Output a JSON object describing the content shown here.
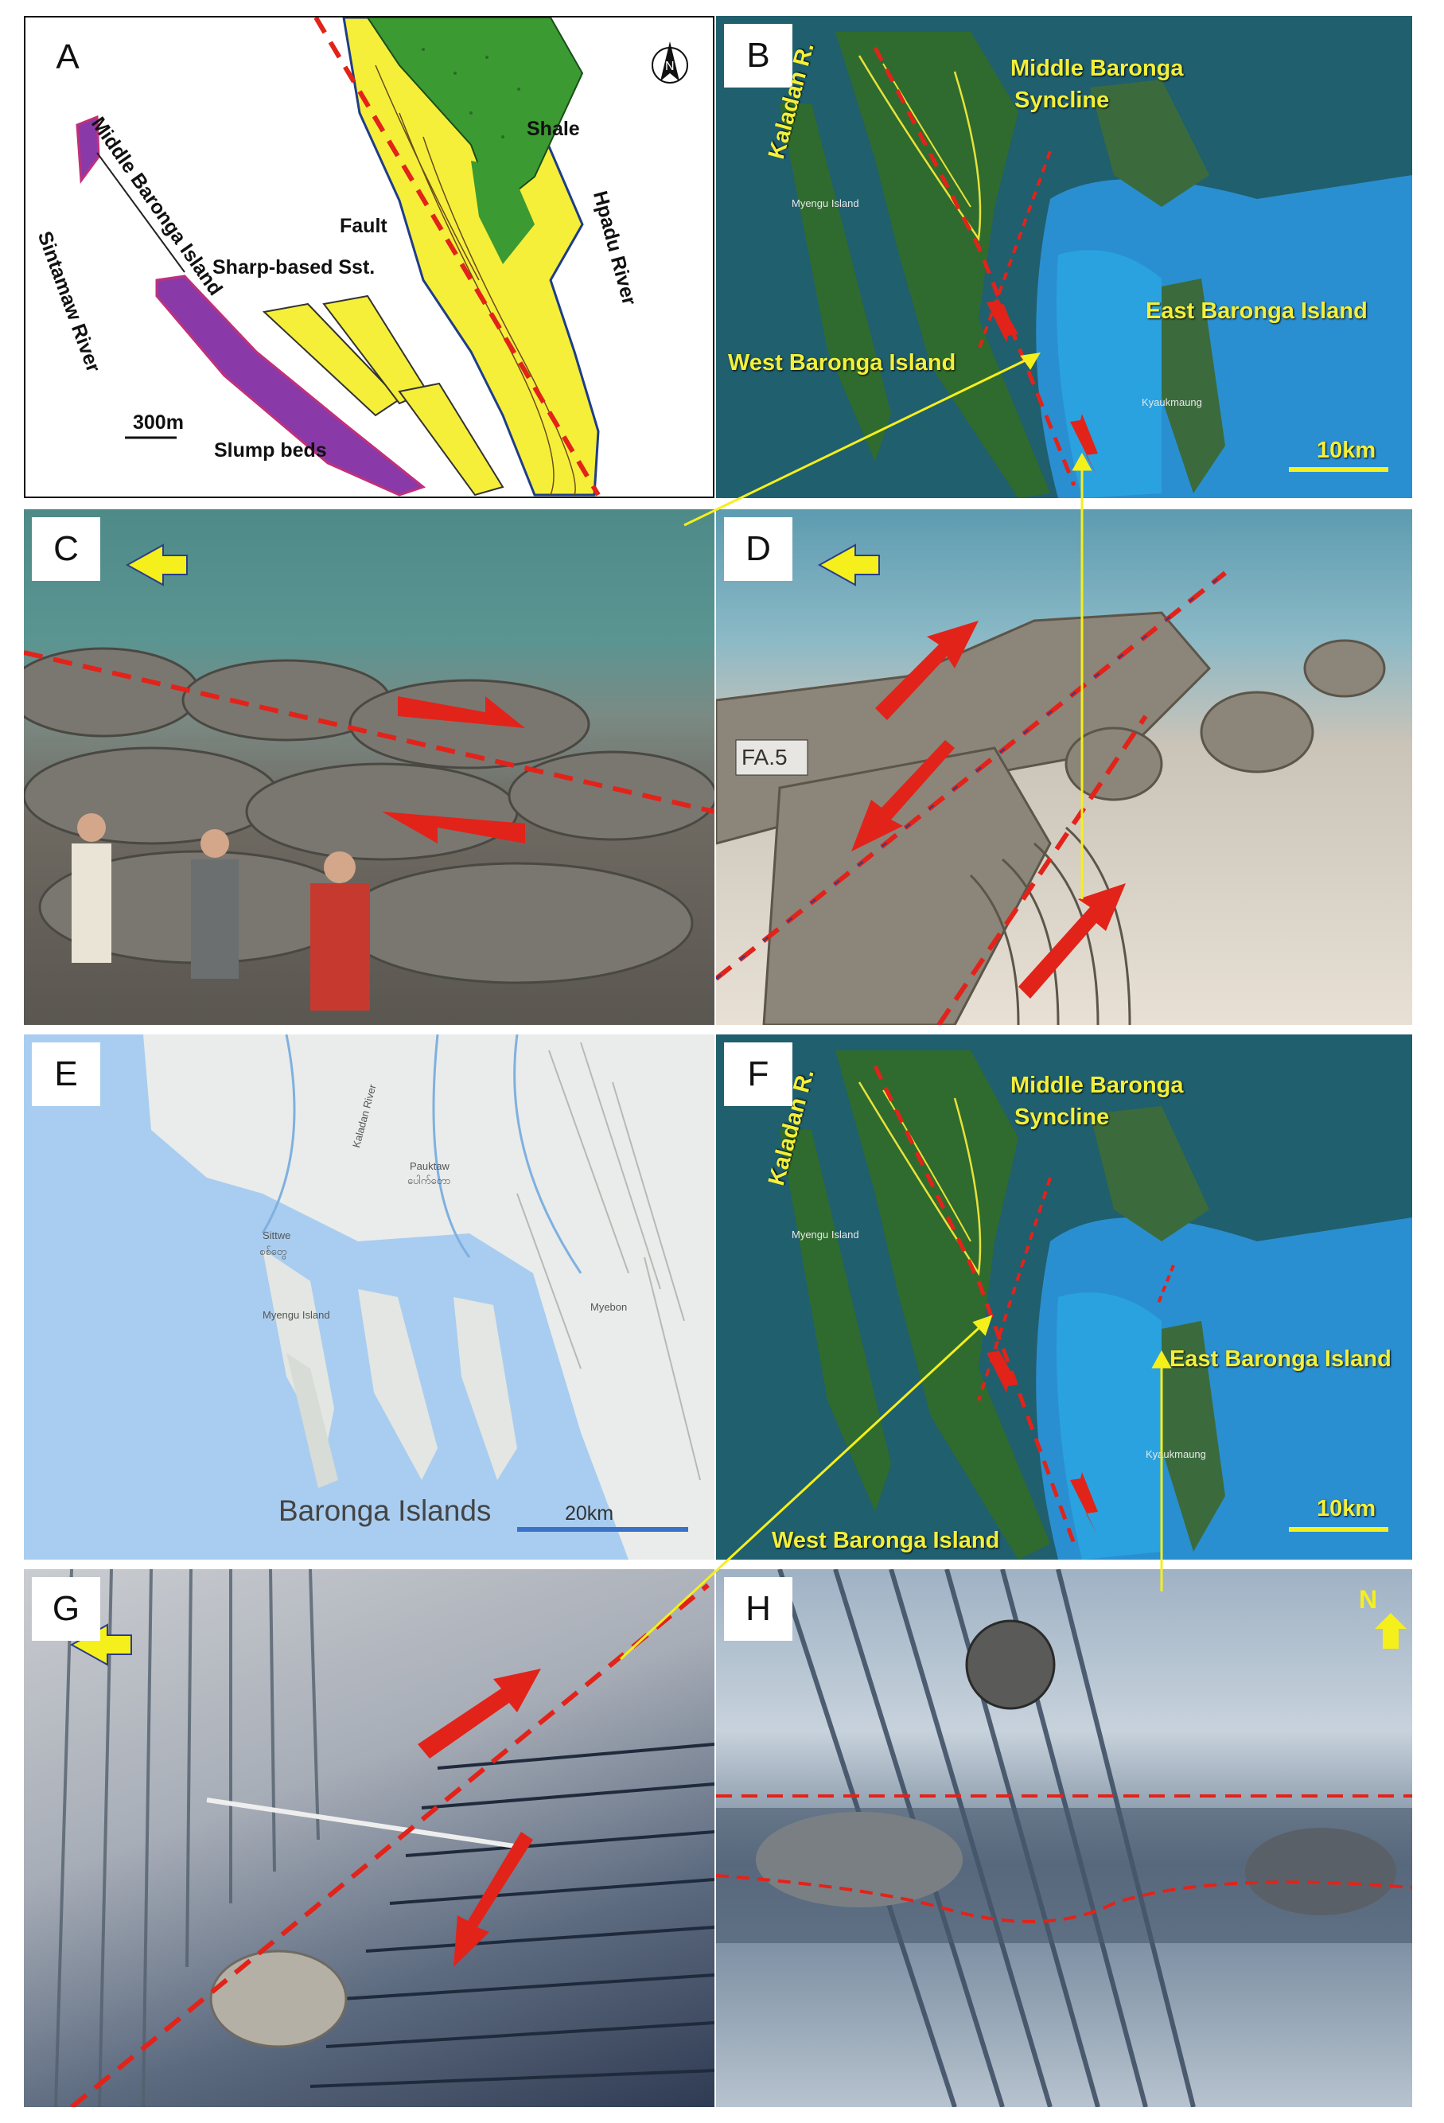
{
  "panels": {
    "a": {
      "label": "A",
      "texts": {
        "middle_baronga_island": "Middle Baronga Island",
        "sintamaw_river": "Sintamaw River",
        "fault": "Fault",
        "sharp_based_sst": "Sharp-based Sst.",
        "slump_beds": "Slump beds",
        "shale": "Shale",
        "hpadu_river": "Hpadu River",
        "scale": "300m"
      }
    },
    "b": {
      "label": "B",
      "texts": {
        "kaladan_r": "Kaladan R.",
        "middle_baronga_syncline_1": "Middle Baronga",
        "middle_baronga_syncline_2": "Syncline",
        "east_baronga_island": "East Baronga Island",
        "west_baronga_island": "West  Baronga Island",
        "myengu_island": "Myengu Island",
        "kyaukmaung": "Kyaukmaung",
        "scale": "10km"
      }
    },
    "c": {
      "label": "C"
    },
    "d": {
      "label": "D",
      "texts": {
        "fa5": "FA.5"
      }
    },
    "e": {
      "label": "E",
      "texts": {
        "sittwe": "Sittwe",
        "sittwe_local": "စစ်တွေ",
        "kaladan_river": "Kaladan River",
        "pauktaw": "Pauktaw",
        "pauktaw_local": "ပေါက်တော",
        "myengu_island": "Myengu Island",
        "myebon": "Myebon",
        "baronga_islands": "Baronga Islands",
        "scale": "20km"
      }
    },
    "f": {
      "label": "F",
      "texts": {
        "kaladan_r": "Kaladan R.",
        "middle_baronga_syncline_1": "Middle Baronga",
        "middle_baronga_syncline_2": "Syncline",
        "east_baronga_island": "East Baronga Island",
        "west_baronga_island": "West  Baronga Island",
        "myengu_island": "Myengu Island",
        "kyaukmaung": "Kyaukmaung",
        "scale": "10km"
      }
    },
    "g": {
      "label": "G"
    },
    "h": {
      "label": "H",
      "texts": {
        "north": "N"
      }
    }
  },
  "colors": {
    "fault_line": "#e2231a",
    "arrow_yellow": "#f5ef1c",
    "sea_blue": "#2a8fd0",
    "land_green": "#2f6b2e",
    "sandstone_yellow": "#f6ef3a",
    "slump_purple": "#8a3aa8"
  },
  "icons": [
    "north-arrow-icon",
    "yellow-direction-arrow-icon",
    "fault-sense-arrow-icon"
  ]
}
